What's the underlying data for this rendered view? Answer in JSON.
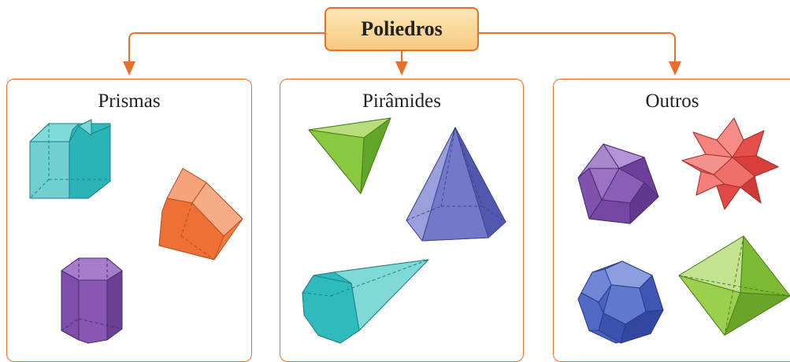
{
  "diagram": {
    "root": {
      "label": "Poliedros",
      "fill": "#f9d08f",
      "border": "#e8702a"
    },
    "categories": [
      {
        "id": "prismas",
        "label": "Prismas",
        "items": [
          "cube-prism",
          "hexagonal-prism",
          "pentagonal-prism"
        ]
      },
      {
        "id": "piramides",
        "label": "Pirâmides",
        "items": [
          "triangular-pyramid",
          "hexagonal-pyramid",
          "heptagonal-pyramid"
        ]
      },
      {
        "id": "outros",
        "label": "Outros",
        "items": [
          "icosahedron",
          "stellated-dodecahedron",
          "dodecahedron",
          "octahedron"
        ]
      }
    ],
    "colors": {
      "accent": "#e8702a",
      "teal": "#3cc6c6",
      "orange": "#f07a3c",
      "purple": "#8b56b0",
      "green": "#8cc63e",
      "blue": "#6672c4",
      "red": "#ee5a55"
    }
  }
}
